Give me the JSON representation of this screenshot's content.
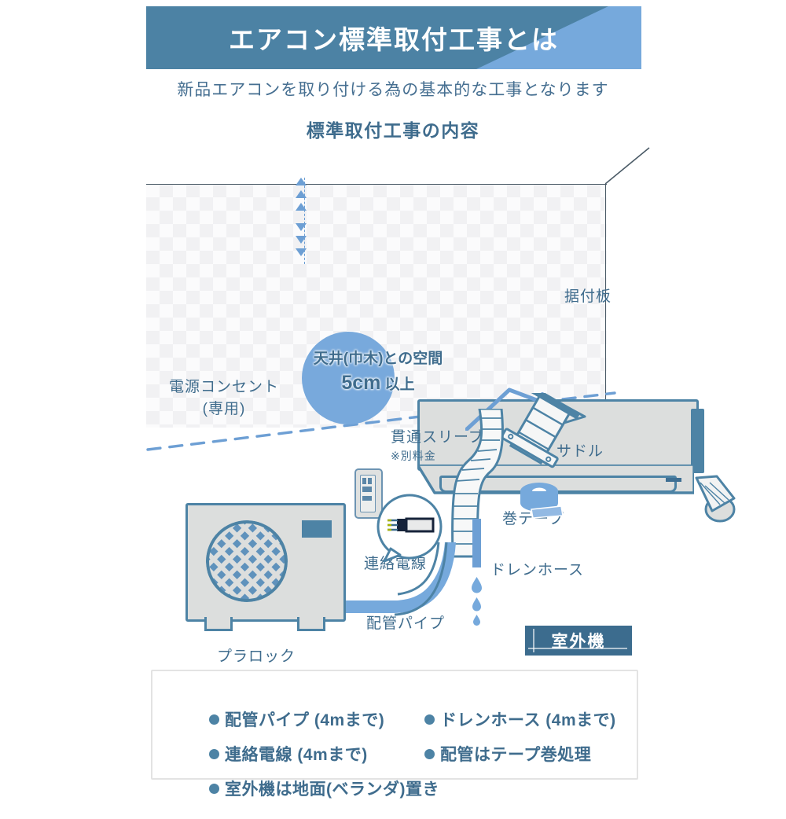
{
  "header": {
    "title": "エアコン標準取付工事とは",
    "accent_dark": "#4c82a4",
    "accent_light": "#76a9dc"
  },
  "subtitle": "新品エアコンを取り付ける為の基本的な工事となります",
  "section_title": "標準取付工事の内容",
  "diagram": {
    "ceiling_gap": {
      "line1": "天井(巾木)との空間",
      "line2": "5cm",
      "line2_suffix": " 以上"
    },
    "labels": {
      "mounting_plate": "据付板",
      "power_outlet_l1": "電源コンセント",
      "power_outlet_l2": "(専用)",
      "sleeve_l1": "貫通スリーブ",
      "sleeve_l2": "※別料金",
      "saddle": "サドル",
      "tape_roll": "巻テープ",
      "drain_hose": "ドレンホース",
      "connecting_wire": "連絡電線",
      "refrigerant_pipe": "配管パイプ",
      "plarock": "プラロック",
      "outdoor_unit_badge": "室外機"
    }
  },
  "spec_list": [
    "配管パイプ (4mまで)",
    "ドレンホース (4mまで)",
    "連絡電線 (4mまで)",
    "配管はテープ巻処理",
    "室外機は地面(ベランダ)置き"
  ]
}
